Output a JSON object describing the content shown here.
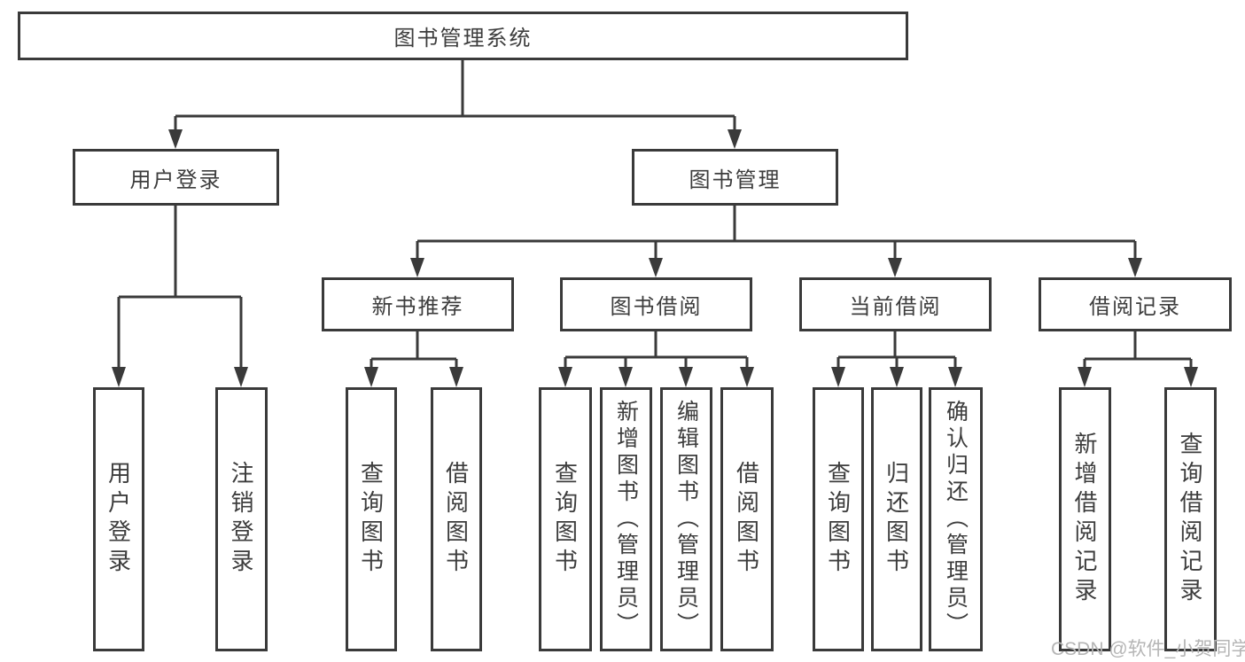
{
  "diagram": {
    "root": {
      "label": "图书管理系统"
    },
    "level2": {
      "user_login": {
        "label": "用户登录"
      },
      "book_mgmt": {
        "label": "图书管理"
      }
    },
    "level3": {
      "new_books": {
        "label": "新书推荐"
      },
      "borrowing": {
        "label": "图书借阅"
      },
      "current": {
        "label": "当前借阅"
      },
      "records": {
        "label": "借阅记录"
      }
    },
    "leaves": {
      "user_login": [
        {
          "label": "用户登录"
        },
        {
          "label": "注销登录"
        }
      ],
      "new_books": [
        {
          "label": "查询图书"
        },
        {
          "label": "借阅图书"
        }
      ],
      "borrowing": [
        {
          "label": "查询图书"
        },
        {
          "label": "新增图书（管理员）"
        },
        {
          "label": "编辑图书（管理员）"
        },
        {
          "label": "借阅图书"
        }
      ],
      "current": [
        {
          "label": "查询图书"
        },
        {
          "label": "归还图书"
        },
        {
          "label": "确认归还（管理员）"
        }
      ],
      "records": [
        {
          "label": "新增借阅记录"
        },
        {
          "label": "查询借阅记录"
        }
      ]
    }
  },
  "watermark": {
    "text": "CSDN @软件_小贺同学"
  },
  "colors": {
    "line": "#3a3a3a",
    "text": "#3d3d3d",
    "box_fill": "#ffffff",
    "watermark": "#b5b5b5",
    "background": "#ffffff"
  }
}
